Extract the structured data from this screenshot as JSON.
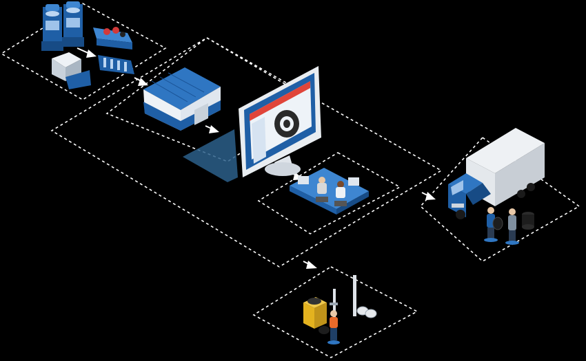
{
  "palette": {
    "background": "#000000",
    "dash": "#ffffff",
    "brand_blue": "#1f5fa6",
    "light_blue": "#3e86d1",
    "wall": "#eef2f6",
    "red_ui": "#e0453a",
    "truck_box": "#d9dde2",
    "machine_yellow": "#e3b21f"
  },
  "nodes": [
    {
      "id": "tire-production-machines",
      "icon": "factory-press-icon"
    },
    {
      "id": "warehouse",
      "icon": "warehouse-icon"
    },
    {
      "id": "monitoring-screen",
      "icon": "monitor-tire-icon"
    },
    {
      "id": "operators-workstation",
      "icon": "office-desk-icon"
    },
    {
      "id": "delivery-truck",
      "icon": "truck-icon"
    },
    {
      "id": "tire-service-station",
      "icon": "tire-changer-icon"
    }
  ],
  "flow": [
    {
      "from": "tire-production-machines",
      "to": "warehouse"
    },
    {
      "from": "warehouse",
      "to": "monitoring-screen"
    },
    {
      "from": "monitoring-screen",
      "to": "operators-workstation"
    },
    {
      "from": "operators-workstation",
      "to": "delivery-truck"
    },
    {
      "from": "warehouse",
      "to": "tire-service-station"
    }
  ]
}
